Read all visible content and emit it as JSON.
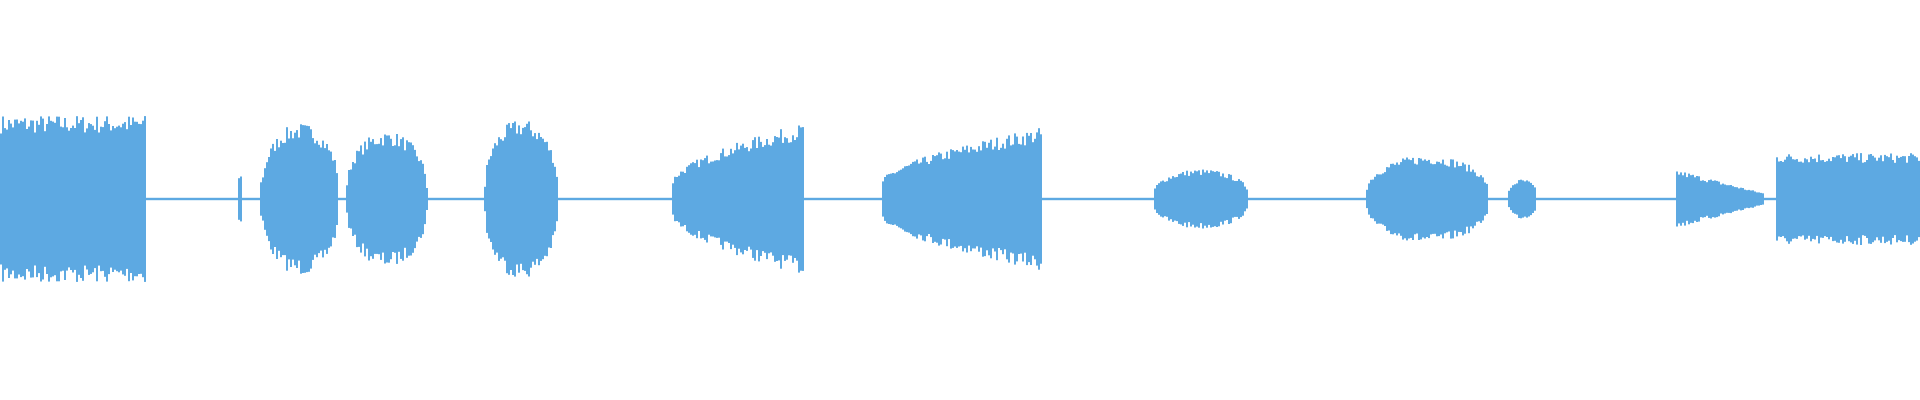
{
  "waveform": {
    "color": "#5DA9E2",
    "background": "#FFFFFF",
    "baseline_amplitude": 0.006,
    "segments": [
      {
        "start": 0.0,
        "end": 0.075,
        "amp": 0.42,
        "shape": "flat"
      },
      {
        "start": 0.123,
        "end": 0.125,
        "amp": 0.12,
        "shape": "spike"
      },
      {
        "start": 0.135,
        "end": 0.138,
        "amp": 0.1,
        "shape": "spike"
      },
      {
        "start": 0.136,
        "end": 0.176,
        "amp": 0.38,
        "shape": "hump"
      },
      {
        "start": 0.18,
        "end": 0.222,
        "amp": 0.34,
        "shape": "hump"
      },
      {
        "start": 0.252,
        "end": 0.29,
        "amp": 0.4,
        "shape": "hump"
      },
      {
        "start": 0.35,
        "end": 0.418,
        "amp": 0.38,
        "shape": "rise"
      },
      {
        "start": 0.459,
        "end": 0.542,
        "amp": 0.36,
        "shape": "rise"
      },
      {
        "start": 0.6,
        "end": 0.65,
        "amp": 0.15,
        "shape": "hump"
      },
      {
        "start": 0.711,
        "end": 0.775,
        "amp": 0.22,
        "shape": "hump"
      },
      {
        "start": 0.785,
        "end": 0.8,
        "amp": 0.1,
        "shape": "hump"
      },
      {
        "start": 0.872,
        "end": 0.918,
        "amp": 0.15,
        "shape": "fall"
      },
      {
        "start": 0.925,
        "end": 1.0,
        "amp": 0.23,
        "shape": "flat"
      }
    ]
  }
}
